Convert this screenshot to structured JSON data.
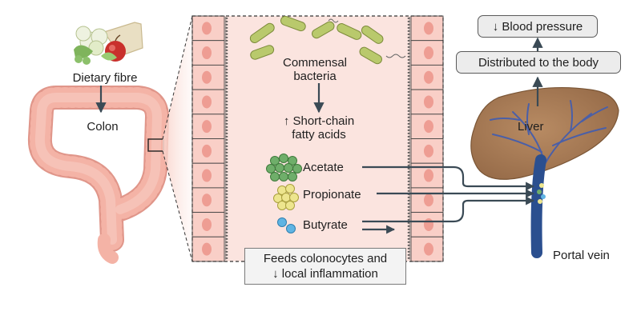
{
  "labels": {
    "dietary_fibre": "Dietary fibre",
    "colon": "Colon",
    "commensal_bacteria": [
      "Commensal",
      "bacteria"
    ],
    "scfa": [
      "↑ Short-chain",
      "fatty acids"
    ],
    "acetate": "Acetate",
    "propionate": "Propionate",
    "butyrate": "Butyrate",
    "liver": "Liver",
    "portal_vein": "Portal vein"
  },
  "boxes": {
    "blood_pressure": "↓ Blood pressure",
    "distributed": "Distributed to the body",
    "feeds_colonocytes": [
      "Feeds colonocytes and",
      "↓ local inflammation"
    ]
  },
  "colors": {
    "colon": "#f4b3a6",
    "epithelium": "#f9cfc7",
    "lumen": "#fbe4df",
    "nucleus": "#ee9d93",
    "bacteria": "#b9c96c",
    "acetate": "#6fae6a",
    "propionate": "#ede58e",
    "butyrate": "#5fb4e3",
    "liver": "#a57a55",
    "vein": "#2b4f8f",
    "arrow": "#3a4a55"
  },
  "icons": [
    "food-icon",
    "bacteria-icon",
    "acetate-molecule-icon",
    "propionate-molecule-icon",
    "butyrate-molecule-icon",
    "liver-icon",
    "portal-vein-icon",
    "colon-icon"
  ]
}
